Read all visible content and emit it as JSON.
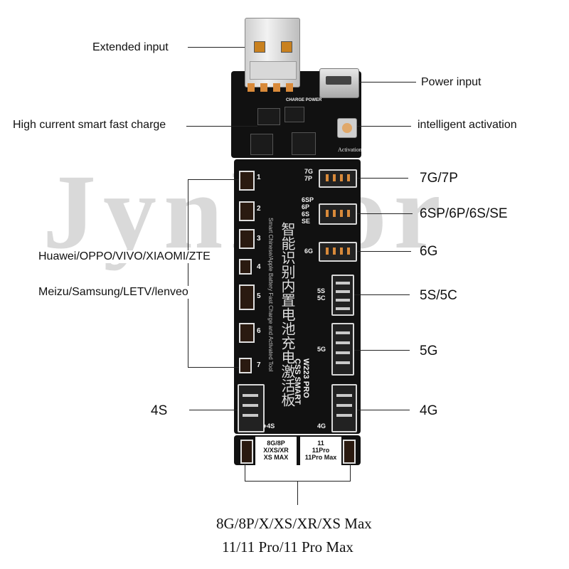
{
  "watermark": "Jynkior",
  "callouts": {
    "extended_input": "Extended input",
    "power_input": "Power input",
    "high_current": "High current smart fast charge",
    "intelligent_activation": "intelligent activation",
    "huawei_group": "Huawei/OPPO/VIVO/XIAOMI/ZTE",
    "meizu_group": "Meizu/Samsung/LETV/lenveo",
    "c_7g": "7G/7P",
    "c_6sp": "6SP/6P/6S/SE",
    "c_6g": "6G",
    "c_5s": "5S/5C",
    "c_5g": "5G",
    "c_4s": "4S",
    "c_4g": "4G"
  },
  "bottom_caption": {
    "line1": "8G/8P/X/XS/XR/XS Max",
    "line2": "11/11 Pro/11 Pro Max"
  },
  "board": {
    "top_label": "CHARGE POWER",
    "activation": "Activation",
    "slot_numbers": [
      "1",
      "2",
      "3",
      "4",
      "5",
      "6",
      "7"
    ],
    "chinese_title": "智能识别内置电池充电激活板",
    "english_subtitle": "Smart Chinese/Apple Battery Fast Charge and Activated Tool",
    "model": "W223 PRO",
    "model2": "CSS SMART",
    "lbl_7g": "7G",
    "lbl_7p": "7P",
    "lbl_6sp": "6SP",
    "lbl_6p": "6P",
    "lbl_6s": "6S",
    "lbl_se": "SE",
    "lbl_6g": "6G",
    "lbl_5s": "5S",
    "lbl_5c": "5C",
    "lbl_5g": "5G",
    "lbl_4s": "+4S",
    "lbl_4g": "4G",
    "box_left_1": "8G/8P",
    "box_left_2": "X/XS/XR",
    "box_left_3": "XS MAX",
    "box_right_1": "11",
    "box_right_2": "11Pro",
    "box_right_3": "11Pro Max"
  }
}
